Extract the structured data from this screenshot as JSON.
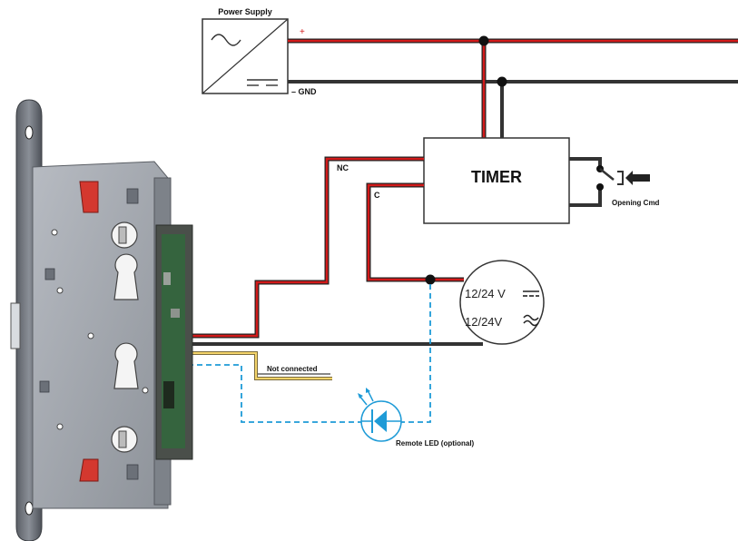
{
  "power_supply": {
    "title": "Power Supply",
    "plus_label": "+",
    "gnd_label": "– GND",
    "ac_icon": "sine-wave-icon",
    "dc_icon": "dc-symbol-icon"
  },
  "timer": {
    "title": "TIMER",
    "nc_label": "NC",
    "c_label": "C",
    "opening_cmd_label": "Opening Cmd",
    "switch_icon": "pushbutton-switch-icon"
  },
  "voltage_source": {
    "dc_label": "12/24 V",
    "ac_label": "12/24V",
    "dc_icon": "dc-symbol-icon",
    "ac_icon": "ac-tilde-icon"
  },
  "lock": {
    "not_connected_label": "Not connected",
    "icon": "mortise-lock-icon"
  },
  "remote_led": {
    "label": "Remote LED (optional)",
    "icon": "led-diode-icon"
  },
  "colors": {
    "positive_wire": "#d21a1a",
    "ground_wire": "#333333",
    "led_wire": "#1e9bd7",
    "unused_wire": "#c9a23a",
    "lock_body": "#9ea3ab"
  }
}
